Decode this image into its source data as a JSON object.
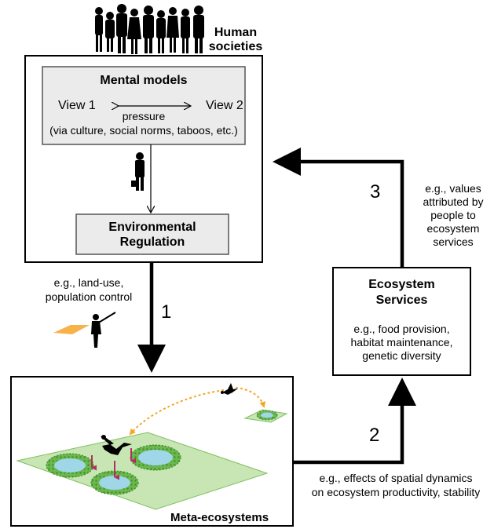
{
  "human_societies": {
    "title_line1": "Human",
    "title_line2": "societies"
  },
  "mental_models": {
    "title": "Mental models",
    "view1": "View 1",
    "view2": "View 2",
    "pressure": "pressure",
    "via": "(via culture, social norms, taboos, etc.)"
  },
  "environmental_regulation": {
    "line1": "Environmental",
    "line2": "Regulation"
  },
  "arrow1": {
    "number": "1",
    "note_line1": "e.g., land-use,",
    "note_line2": "population control"
  },
  "arrow2": {
    "number": "2",
    "note_line1": "e.g., effects of spatial dynamics",
    "note_line2": "on ecosystem productivity, stability"
  },
  "arrow3": {
    "number": "3",
    "note_line1": "e.g., values",
    "note_line2": "attributed by",
    "note_line3": "people to",
    "note_line4": "ecosystem",
    "note_line5": "services"
  },
  "ecosystem_services": {
    "title_line1": "Ecosystem",
    "title_line2": "Services",
    "ex1": "e.g., food provision,",
    "ex2": "habitat maintenance,",
    "ex3": "genetic diversity"
  },
  "meta_ecosystems": {
    "title": "Meta-ecosystems"
  },
  "colors": {
    "land": "#c8e6b4",
    "land_edge": "#7fbf60",
    "ring": "#5aa83c",
    "water": "#9fd6e8",
    "dispersal": "#f5a623",
    "harvest": "#b03060",
    "hunter_field": "#f7b24a"
  }
}
